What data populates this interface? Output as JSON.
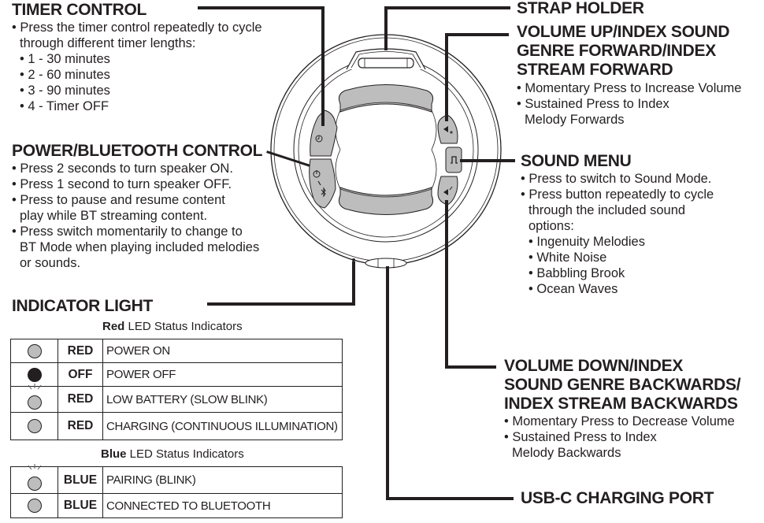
{
  "callouts": {
    "timer": {
      "title": "TIMER CONTROL",
      "lines": [
        "• Press the timer control repeatedly to cycle",
        "through different timer lengths:"
      ],
      "options": [
        "• 1 - 30 minutes",
        "• 2 - 60 minutes",
        "• 3 - 90 minutes",
        "• 4 - Timer OFF"
      ]
    },
    "power": {
      "title": "POWER/BLUETOOTH CONTROL",
      "lines": [
        "• Press 2 seconds to turn speaker ON.",
        "• Press 1 second to turn speaker OFF.",
        "• Press to pause and resume content",
        "play while BT streaming content.",
        "• Press switch momentarily to change to",
        "BT Mode when playing included melodies",
        "or sounds."
      ]
    },
    "strap": {
      "title": "STRAP HOLDER"
    },
    "volume_up": {
      "title_lines": [
        "VOLUME UP/INDEX SOUND",
        "GENRE FORWARD/INDEX",
        "STREAM FORWARD"
      ],
      "lines": [
        "• Momentary Press to Increase Volume",
        "• Sustained Press to Index",
        "Melody Forwards"
      ]
    },
    "sound_menu": {
      "title": "SOUND MENU",
      "lines": [
        "• Press to switch to Sound Mode.",
        "• Press button repeatedly to cycle",
        "through the included sound",
        "options:"
      ],
      "options": [
        "• Ingenuity Melodies",
        "• White Noise",
        "• Babbling Brook",
        "• Ocean Waves"
      ]
    },
    "volume_down": {
      "title_lines": [
        "VOLUME DOWN/INDEX",
        "SOUND GENRE BACKWARDS/",
        "INDEX STREAM BACKWARDS"
      ],
      "lines": [
        "• Momentary Press to Decrease Volume",
        "• Sustained Press to Index",
        "Melody Backwards"
      ]
    },
    "usb": {
      "title": "USB-C CHARGING PORT"
    },
    "indicator": {
      "title": "INDICATOR LIGHT"
    }
  },
  "device_icons": {
    "timer_button": "clock-icon",
    "power_button": "power-bluetooth-icon",
    "volume_up_button": "speaker-plus-icon",
    "sound_button": "music-note-icon",
    "volume_down_button": "speaker-minus-icon"
  },
  "red_table": {
    "caption_bold": "Red",
    "caption_rest": " LED Status Indicators",
    "rows": [
      {
        "state": "on",
        "color": "RED",
        "desc": "POWER ON"
      },
      {
        "state": "off",
        "color": "OFF",
        "desc": "POWER OFF"
      },
      {
        "state": "blink",
        "color": "RED",
        "desc": "LOW BATTERY (SLOW BLINK)"
      },
      {
        "state": "on",
        "color": "RED",
        "desc": "CHARGING (CONTINUOUS ILLUMINATION)"
      }
    ]
  },
  "blue_table": {
    "caption_bold": "Blue",
    "caption_rest": " LED Status Indicators",
    "rows": [
      {
        "state": "blink",
        "color": "BLUE",
        "desc": "PAIRING (BLINK)"
      },
      {
        "state": "on",
        "color": "BLUE",
        "desc": "CONNECTED TO BLUETOOTH"
      }
    ]
  },
  "colors": {
    "ink": "#231f20",
    "button_gray": "#bdbdbd",
    "line": "#231f20"
  }
}
